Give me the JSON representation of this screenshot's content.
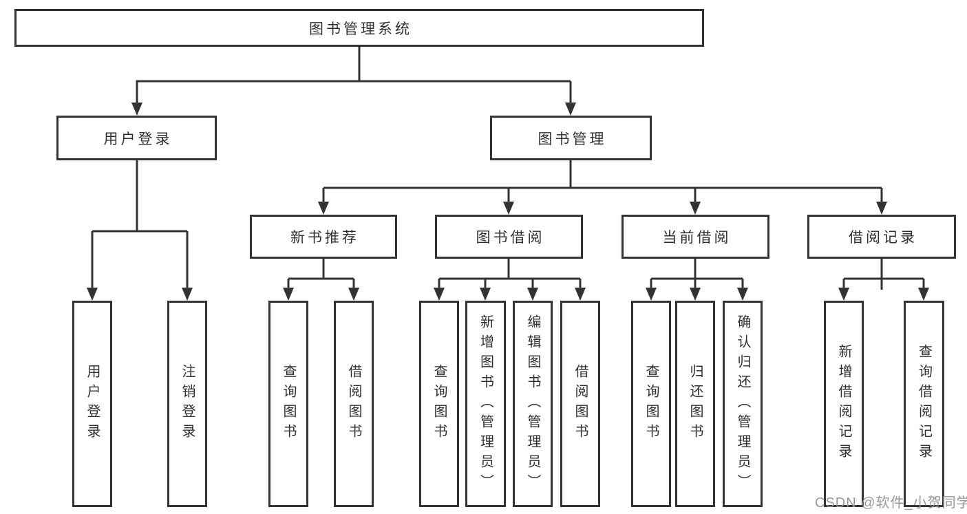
{
  "title": "图书管理系统",
  "tree": {
    "label": "图书管理系统",
    "children": [
      {
        "label": "用户登录",
        "children": [
          {
            "label": "用户登录"
          },
          {
            "label": "注销登录"
          }
        ]
      },
      {
        "label": "图书管理",
        "children": [
          {
            "label": "新书推荐",
            "children": [
              {
                "label": "查询图书"
              },
              {
                "label": "借阅图书"
              }
            ]
          },
          {
            "label": "图书借阅",
            "children": [
              {
                "label": "查询图书"
              },
              {
                "label": "新增图书（管理员）"
              },
              {
                "label": "编辑图书（管理员）"
              },
              {
                "label": "借阅图书"
              }
            ]
          },
          {
            "label": "当前借阅",
            "children": [
              {
                "label": "查询图书"
              },
              {
                "label": "归还图书"
              },
              {
                "label": "确认归还（管理员）"
              }
            ]
          },
          {
            "label": "借阅记录",
            "children": [
              {
                "label": "新增借阅记录"
              },
              {
                "label": "查询借阅记录"
              }
            ]
          }
        ]
      }
    ]
  },
  "watermark": {
    "text": "CSDN @软件_小贺同学"
  },
  "colors": {
    "line": "#333333",
    "box_border": "#333333",
    "text": "#2f2f2f",
    "background": "#ffffff",
    "watermark": "#969696"
  }
}
